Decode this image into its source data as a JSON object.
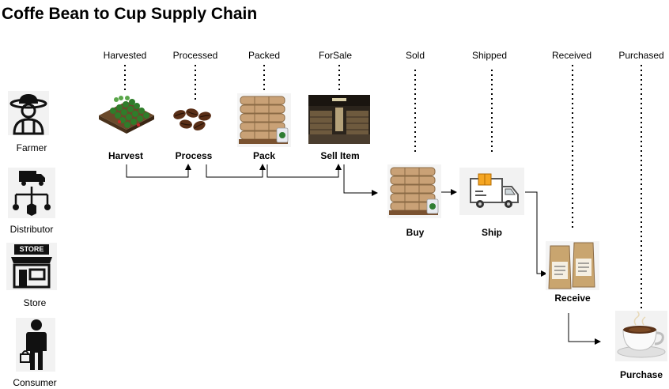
{
  "title": "Coffe Bean to Cup Supply Chain",
  "actors": {
    "farmer": "Farmer",
    "distributor": "Distributor",
    "store": "Store",
    "consumer": "Consumer"
  },
  "states": {
    "harvested": "Harvested",
    "processed": "Processed",
    "packed": "Packed",
    "forsale": "ForSale",
    "sold": "Sold",
    "shipped": "Shipped",
    "received": "Received",
    "purchased": "Purchased"
  },
  "steps": {
    "harvest": "Harvest",
    "process": "Process",
    "pack": "Pack",
    "sell_item": "Sell Item",
    "buy": "Buy",
    "ship": "Ship",
    "receive": "Receive",
    "purchase": "Purchase"
  },
  "store_sign": "STORE"
}
